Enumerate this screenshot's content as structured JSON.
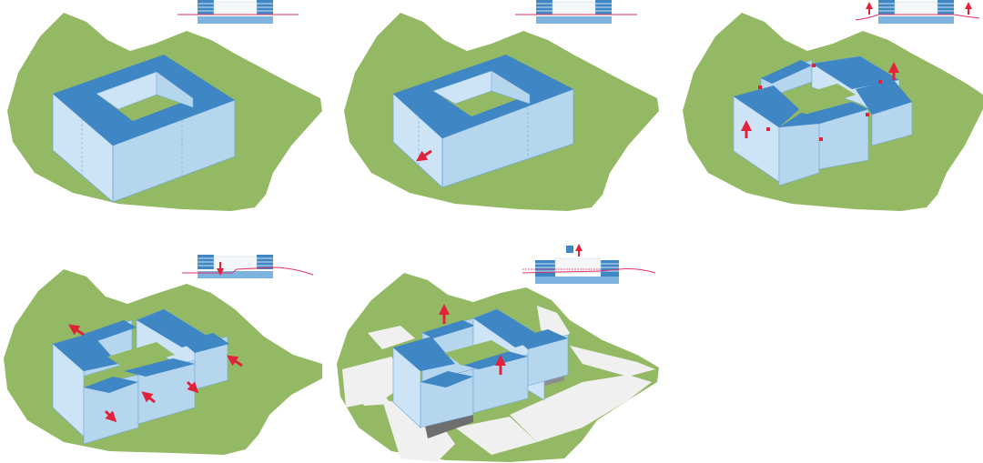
{
  "diagram": {
    "steps": [
      {
        "id": "1"
      },
      {
        "id": "2"
      },
      {
        "id": "3"
      },
      {
        "id": "4"
      },
      {
        "id": "5"
      }
    ],
    "colors": {
      "ground": "#94B964",
      "roof": "#3F86C4",
      "wall": "#CCE4F6",
      "wall_dark": "#B6D6EE",
      "arrow": "#E2213A",
      "road": "#EFF0EF",
      "plinth": "#8C8C8C",
      "section_line": "#E0306A"
    }
  }
}
